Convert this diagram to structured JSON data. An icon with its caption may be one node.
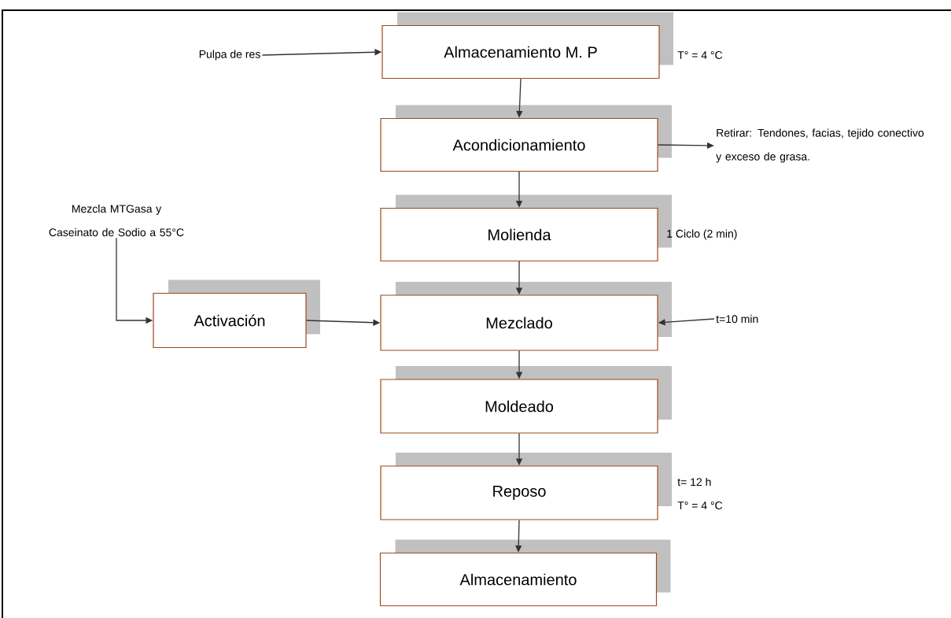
{
  "diagram": {
    "nodes": [
      {
        "text": [
          "Almacenamiento M. P"
        ],
        "beside": [
          "T° =  4 °C"
        ]
      },
      {
        "text": [
          "Acondicionamiento"
        ]
      },
      {
        "text": [
          "Molienda"
        ],
        "beside": [
          "1 Ciclo (2 min)"
        ]
      },
      {
        "text": [
          "Activación"
        ]
      },
      {
        "text": [
          "Mezclado"
        ]
      },
      {
        "text": [
          "Moldeado"
        ]
      },
      {
        "text": [
          "Reposo"
        ],
        "beside": [
          "t= 12 h",
          "T° =  4 °C"
        ]
      },
      {
        "text": [
          "Almacenamiento"
        ]
      },
      {
        "text": [
          "Pulpa de res"
        ]
      },
      {
        "text": [
          "Retirar: Tendones, facias, tejido conectivo y exceso de grasa."
        ]
      },
      {
        "text": [
          "Mezcla MTGasa y Caseinato de Sodio a 55°C"
        ]
      },
      {
        "text": [
          "t=10 min"
        ]
      }
    ],
    "edges": [
      {
        "from": 8,
        "to": 0,
        "arrow": "to"
      },
      {
        "from": 0,
        "to": 1,
        "arrow": "to"
      },
      {
        "from": 1,
        "to": 9,
        "arrow": "to"
      },
      {
        "from": 1,
        "to": 2,
        "arrow": "to"
      },
      {
        "from": 2,
        "to": 4,
        "arrow": "to"
      },
      {
        "from": 10,
        "to": 3,
        "arrow": "to"
      },
      {
        "from": 3,
        "to": 4,
        "arrow": "to"
      },
      {
        "from": 11,
        "to": 4,
        "arrow": "to"
      },
      {
        "from": 4,
        "to": 5,
        "arrow": "to"
      },
      {
        "from": 5,
        "to": 6,
        "arrow": "to"
      },
      {
        "from": 6,
        "to": 7,
        "arrow": "to"
      }
    ]
  }
}
